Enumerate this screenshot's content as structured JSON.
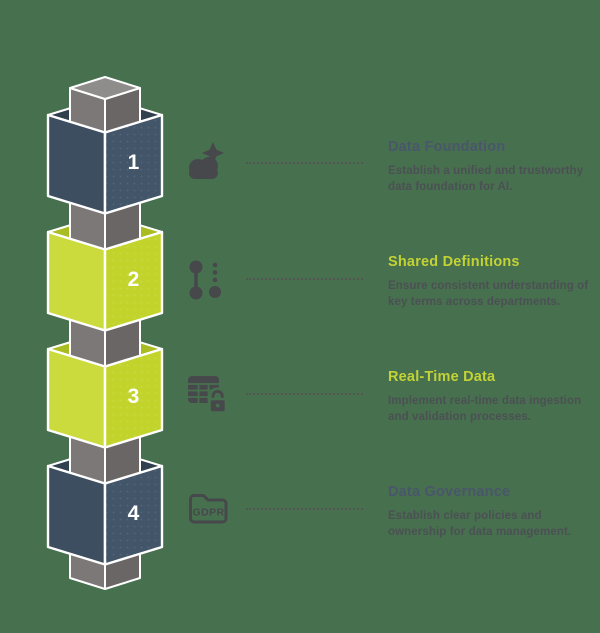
{
  "canvas": {
    "background_color": "#47704e"
  },
  "palette": {
    "slate_cube": "#425569",
    "lime_cube": "#c2d42c",
    "pole_gray": "#7c7878",
    "title_slate": "#49566b",
    "title_lime": "#c3d336",
    "description_text": "#4b5054",
    "icon_gray": "#46484b",
    "cube_number_text": "#ffffff"
  },
  "steps": [
    {
      "number": "1",
      "title": "Data Foundation",
      "description": "Establish a unified and trustworthy data foundation for AI.",
      "accent": "slate",
      "icon": "ai-cloud-icon"
    },
    {
      "number": "2",
      "title": "Shared Definitions",
      "description": "Ensure consistent understanding of key terms across departments.",
      "accent": "lime",
      "icon": "route-icon"
    },
    {
      "number": "3",
      "title": "Real-Time Data",
      "description": "Implement real-time data ingestion and validation processes.",
      "accent": "lime",
      "icon": "secure-table-icon"
    },
    {
      "number": "4",
      "title": "Data Governance",
      "description": "Establish clear policies and ownership for data management.",
      "accent": "slate",
      "icon": "gdpr-folder-icon",
      "icon_text": "GDPR"
    }
  ]
}
